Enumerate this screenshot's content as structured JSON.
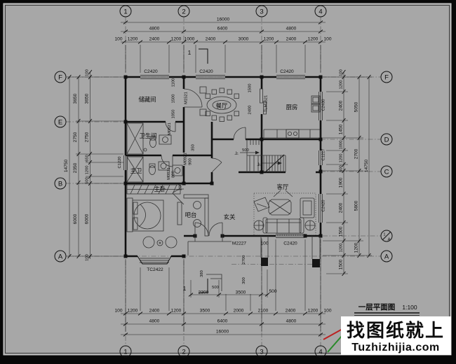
{
  "title": {
    "name": "一层平面图",
    "scale": "1:100"
  },
  "watermark": {
    "line1": "找图纸就上",
    "line2": "Tuzhizhijia.com"
  },
  "colors": {
    "paper": "#a7a7a7",
    "ink": "#111111",
    "watermark_blue": "#1e35c4",
    "axis_red": "#bb2222",
    "axis_green": "#2a8a2a"
  },
  "grid": {
    "top": [
      "1",
      "2",
      "3",
      "4"
    ],
    "bottom": [
      "1",
      "2",
      "3",
      "4"
    ],
    "left": [
      "F",
      "E",
      "B",
      "A"
    ],
    "right": [
      "F",
      "D",
      "C",
      "A"
    ],
    "right_sub": {
      "num": "1",
      "letter": "A"
    }
  },
  "rooms": {
    "storage": "储藏间",
    "dining": "餐厅",
    "kitchen": "厨房",
    "bath": "卫生间",
    "master_bath": "主卫",
    "master_bed": "主卧",
    "foyer": "玄关",
    "living": "客厅",
    "bar": "吧台",
    "stairs_up_a": "上",
    "stairs_up_b": "上"
  },
  "openings": {
    "c2420": "C2420",
    "c2430": "C2430",
    "c1217": "C1217",
    "c1220": "C1220",
    "tc2422": "TC2422",
    "m1521": "M1521",
    "tlm1521": "TLM1521",
    "m0821": "M0821",
    "m0921": "M0921",
    "m2227": "M2227"
  },
  "section": {
    "label": "1"
  },
  "dims": {
    "top_total": "16000",
    "top_major": [
      "4800",
      "6400",
      "4800"
    ],
    "top_detail": [
      "100",
      "1200",
      "2400",
      "1200",
      "1000",
      "2400",
      "3000",
      "1200",
      "2400",
      "1200",
      "100"
    ],
    "bottom_total": "16000",
    "bottom_major": [
      "4800",
      "6400",
      "4800"
    ],
    "bottom_detail": [
      "100",
      "1200",
      "2400",
      "1200",
      "3500",
      "2000",
      "2100",
      "2400",
      "1200",
      "100"
    ],
    "porch": [
      "2300",
      "3500",
      "500",
      "500",
      "380",
      "300",
      "2700",
      "100"
    ],
    "left_total": "14750",
    "left_major": [
      "3650",
      "2750",
      "2350",
      "6000"
    ],
    "left_detail": [
      "100",
      "3650",
      "2750",
      "650",
      "1200",
      "500",
      "6000",
      "100"
    ],
    "right_total": "14750",
    "right_major": [
      "5050",
      "2700",
      "5800",
      "1200"
    ],
    "right_detail": [
      "100",
      "1200",
      "2400",
      "1450",
      "1000",
      "1200",
      "500",
      "1900",
      "2400",
      "1500",
      "1200",
      "1500"
    ],
    "storage_wall": [
      "1100",
      "1500",
      "1050"
    ],
    "kitchen_wall": [
      "1500",
      "2400"
    ],
    "doors": [
      "900",
      "800",
      "350",
      "200"
    ],
    "stair": [
      "500"
    ]
  }
}
